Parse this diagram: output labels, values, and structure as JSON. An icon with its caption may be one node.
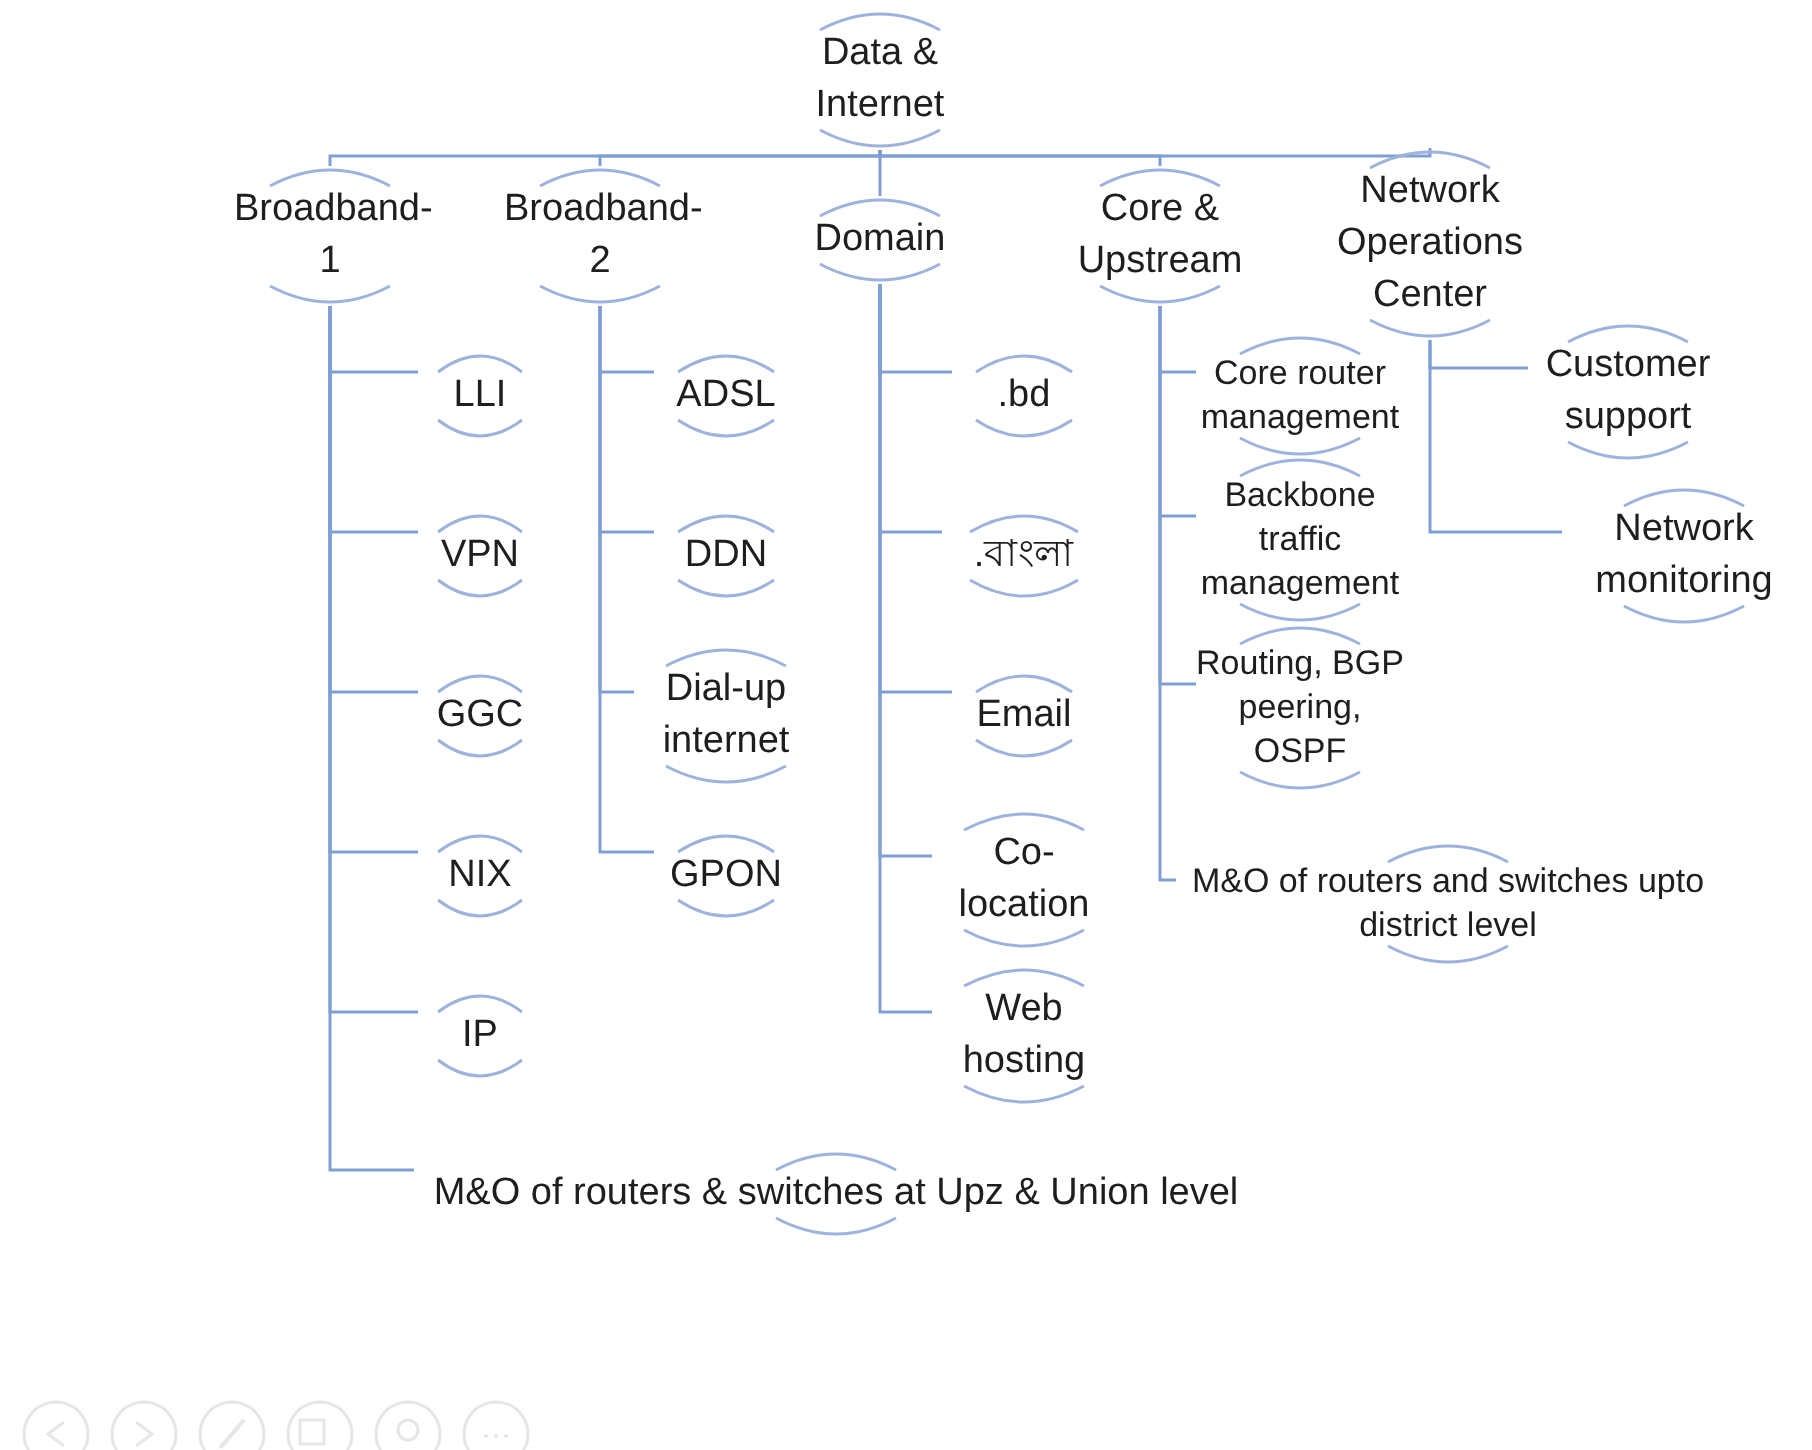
{
  "diagram": {
    "nodes": [
      {
        "text": [
          "Data & Internet"
        ]
      },
      {
        "text": [
          "Broadband-1"
        ]
      },
      {
        "text": [
          "LLI"
        ]
      },
      {
        "text": [
          "VPN"
        ]
      },
      {
        "text": [
          "GGC"
        ]
      },
      {
        "text": [
          "NIX"
        ]
      },
      {
        "text": [
          "IP"
        ]
      },
      {
        "text": [
          "M&O of routers & switches at Upz & Union level"
        ]
      },
      {
        "text": [
          "Broadband-2"
        ]
      },
      {
        "text": [
          "ADSL"
        ]
      },
      {
        "text": [
          "DDN"
        ]
      },
      {
        "text": [
          "Dial-up internet"
        ]
      },
      {
        "text": [
          "GPON"
        ]
      },
      {
        "text": [
          "Domain"
        ]
      },
      {
        "text": [
          ".bd"
        ]
      },
      {
        "text": [
          ".বাংলা"
        ]
      },
      {
        "text": [
          "Email"
        ]
      },
      {
        "text": [
          "Co-location"
        ]
      },
      {
        "text": [
          "Web hosting"
        ]
      },
      {
        "text": [
          "Core & Upstream"
        ]
      },
      {
        "text": [
          "Core router management"
        ]
      },
      {
        "text": [
          "Backbone traffic management"
        ]
      },
      {
        "text": [
          "Routing, BGP peering, OSPF"
        ]
      },
      {
        "text": [
          "M&O of routers and switches upto district level"
        ]
      },
      {
        "text": [
          "Network Operations Center"
        ]
      },
      {
        "text": [
          "Customer support"
        ]
      },
      {
        "text": [
          "Network monitoring"
        ]
      }
    ],
    "edges": [
      {
        "from": 0,
        "to": 1,
        "arrow": "none"
      },
      {
        "from": 0,
        "to": 8,
        "arrow": "none"
      },
      {
        "from": 0,
        "to": 13,
        "arrow": "none"
      },
      {
        "from": 0,
        "to": 19,
        "arrow": "none"
      },
      {
        "from": 0,
        "to": 24,
        "arrow": "none"
      },
      {
        "from": 1,
        "to": 2,
        "arrow": "none"
      },
      {
        "from": 1,
        "to": 3,
        "arrow": "none"
      },
      {
        "from": 1,
        "to": 4,
        "arrow": "none"
      },
      {
        "from": 1,
        "to": 5,
        "arrow": "none"
      },
      {
        "from": 1,
        "to": 6,
        "arrow": "none"
      },
      {
        "from": 1,
        "to": 7,
        "arrow": "none"
      },
      {
        "from": 8,
        "to": 9,
        "arrow": "none"
      },
      {
        "from": 8,
        "to": 10,
        "arrow": "none"
      },
      {
        "from": 8,
        "to": 11,
        "arrow": "none"
      },
      {
        "from": 8,
        "to": 12,
        "arrow": "none"
      },
      {
        "from": 13,
        "to": 14,
        "arrow": "none"
      },
      {
        "from": 13,
        "to": 15,
        "arrow": "none"
      },
      {
        "from": 13,
        "to": 16,
        "arrow": "none"
      },
      {
        "from": 13,
        "to": 17,
        "arrow": "none"
      },
      {
        "from": 13,
        "to": 18,
        "arrow": "none"
      },
      {
        "from": 19,
        "to": 20,
        "arrow": "none"
      },
      {
        "from": 19,
        "to": 21,
        "arrow": "none"
      },
      {
        "from": 19,
        "to": 22,
        "arrow": "none"
      },
      {
        "from": 19,
        "to": 23,
        "arrow": "none"
      },
      {
        "from": 24,
        "to": 25,
        "arrow": "none"
      },
      {
        "from": 24,
        "to": 26,
        "arrow": "none"
      }
    ]
  }
}
